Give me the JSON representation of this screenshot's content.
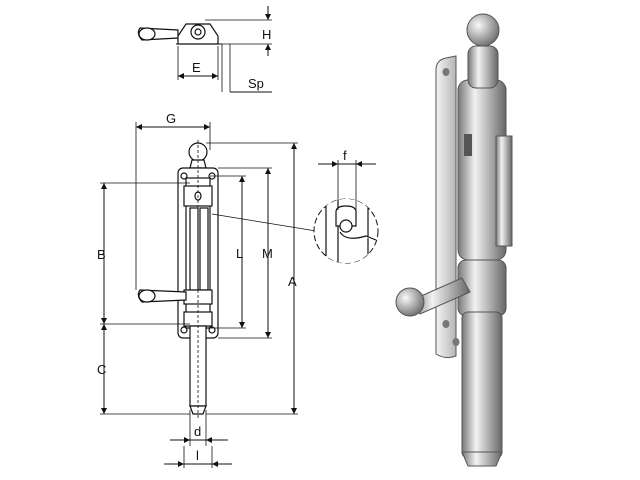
{
  "dimensions": {
    "H": "H",
    "E": "E",
    "Sp": "Sp",
    "G": "G",
    "f": "f",
    "B": "B",
    "L": "L",
    "M": "M",
    "A": "A",
    "C": "C",
    "d": "d",
    "l": "l"
  },
  "colors": {
    "line": "#111111",
    "metal_light": "#e8e8e8",
    "metal_dark": "#8a8a8a"
  }
}
